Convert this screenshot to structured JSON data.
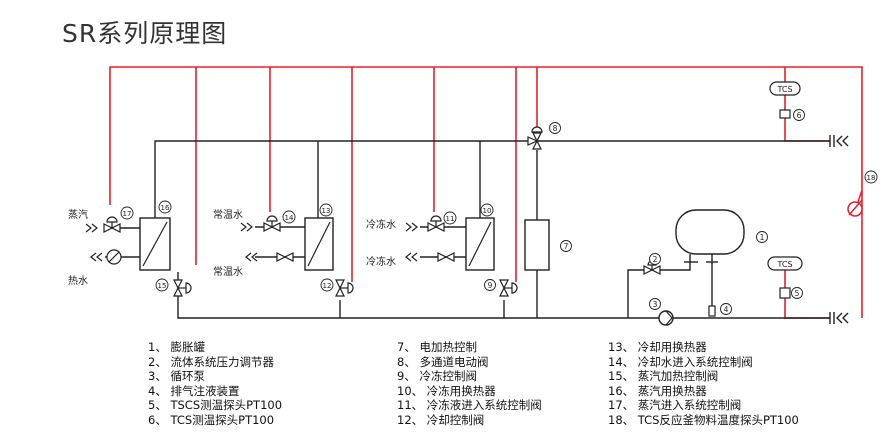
{
  "title": "SR系列原理图",
  "colors": {
    "red_line": "#e5202e",
    "black_line": "#222222"
  },
  "labels": {
    "steam": "蒸汽",
    "hot_water": "热水",
    "ambient_water_1": "常温水",
    "ambient_water_2": "常温水",
    "chilled_water_1": "冷冻水",
    "chilled_water_2": "冷冻水",
    "tcs_top": "TCS",
    "tcs_right": "TCS"
  },
  "markers": {
    "m1": "1",
    "m2": "2",
    "m3": "3",
    "m4": "4",
    "m5": "5",
    "m6": "6",
    "m7": "7",
    "m8": "8",
    "m9": "9",
    "m10": "10",
    "m11": "11",
    "m12": "12",
    "m13": "13",
    "m14": "14",
    "m15": "15",
    "m16": "16",
    "m17": "17",
    "m18": "18"
  },
  "legend": {
    "col1": [
      "1、 膨胀罐",
      "2、 流体系统压力调节器",
      "3、 循环泵",
      "4、 排气注液装置",
      "5、 TSCS测温探头PT100",
      "6、 TCS测温探头PT100"
    ],
    "col2": [
      "7、 电加热控制",
      "8、 多通道电动阀",
      "9、 冷冻控制阀",
      "10、 冷冻用换热器",
      "11、 冷冻液进入系统控制阀",
      "12、 冷却控制阀"
    ],
    "col3": [
      "13、 冷却用换热器",
      "14、 冷却水进入系统控制阀",
      "15、 蒸汽加热控制阀",
      "16、 蒸汽用换热器",
      "17、 蒸汽进入系统控制阀",
      "18、 TCS反应釜物料温度探头PT100"
    ]
  }
}
